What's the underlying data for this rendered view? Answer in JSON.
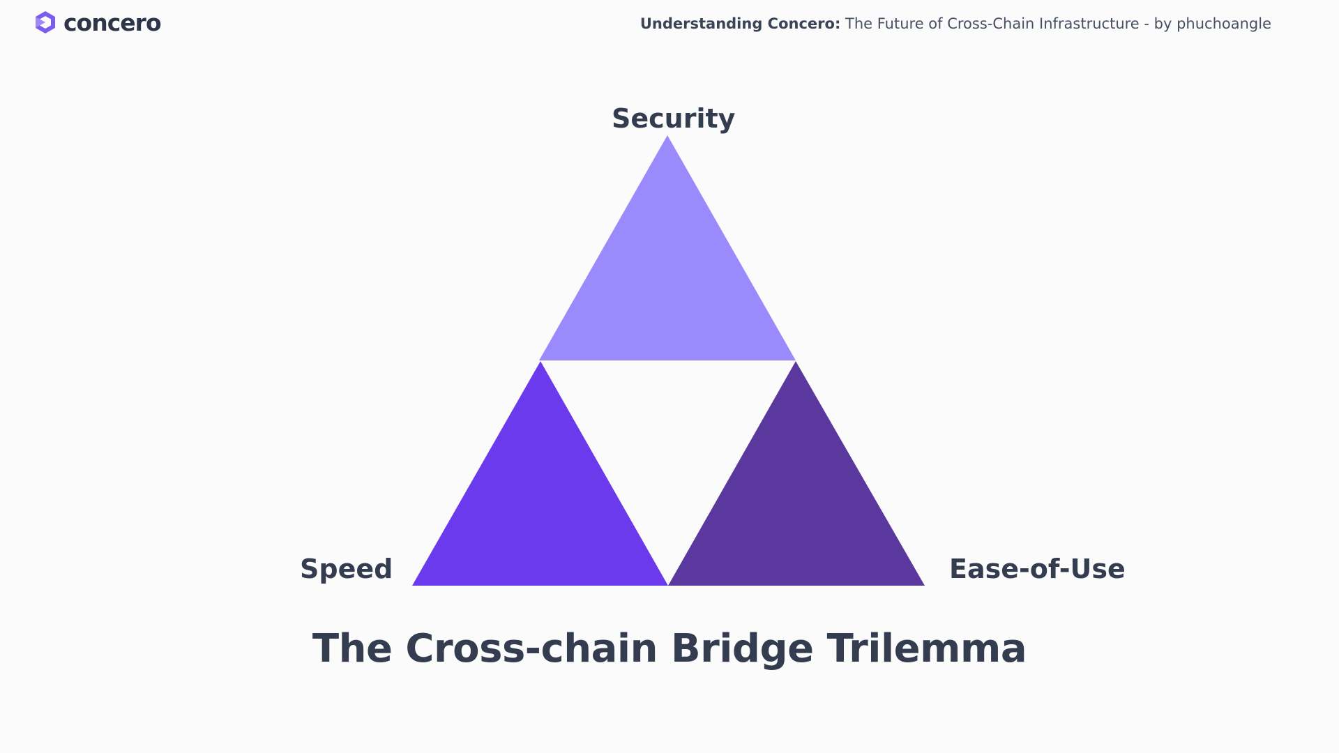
{
  "brand": {
    "name": "concero",
    "logo_icon": "concero-hexagon-logo-icon",
    "logo_color": "#7b5cf0"
  },
  "header": {
    "title_strong": "Understanding Concero:",
    "title_rest": " The Future of Cross-Chain Infrastructure - by phuchoangle"
  },
  "diagram": {
    "top_label": "Security",
    "left_label": "Speed",
    "right_label": "Ease-of-Use",
    "colors": {
      "top": "#9a8afb",
      "left": "#6a3aec",
      "right": "#5b389e"
    }
  },
  "main_title": "The Cross-chain Bridge Trilemma"
}
